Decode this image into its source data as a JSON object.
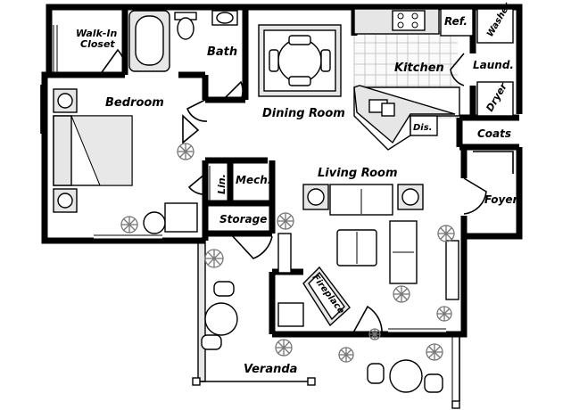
{
  "rooms": {
    "walk_in_closet_line1": "Walk-In",
    "walk_in_closet_line2": "Closet",
    "bath": "Bath",
    "dining_room": "Dining Room",
    "kitchen": "Kitchen",
    "ref": "Ref.",
    "washer": "Washer",
    "laundry": "Laund.",
    "dryer": "Dryer",
    "dishwasher": "Dis.",
    "coats": "Coats",
    "bedroom": "Bedroom",
    "linen": "Lin.",
    "mech": "Mech.",
    "storage": "Storage",
    "living_room": "Living Room",
    "fireplace": "Fireplace",
    "foyer": "Foyer",
    "veranda": "Veranda"
  },
  "colors": {
    "wall": "#000000",
    "floor": "#ffffff",
    "tile_grid": "#b9b9b9",
    "furniture_shade": "#e6e6e6",
    "plant": "#777777"
  }
}
